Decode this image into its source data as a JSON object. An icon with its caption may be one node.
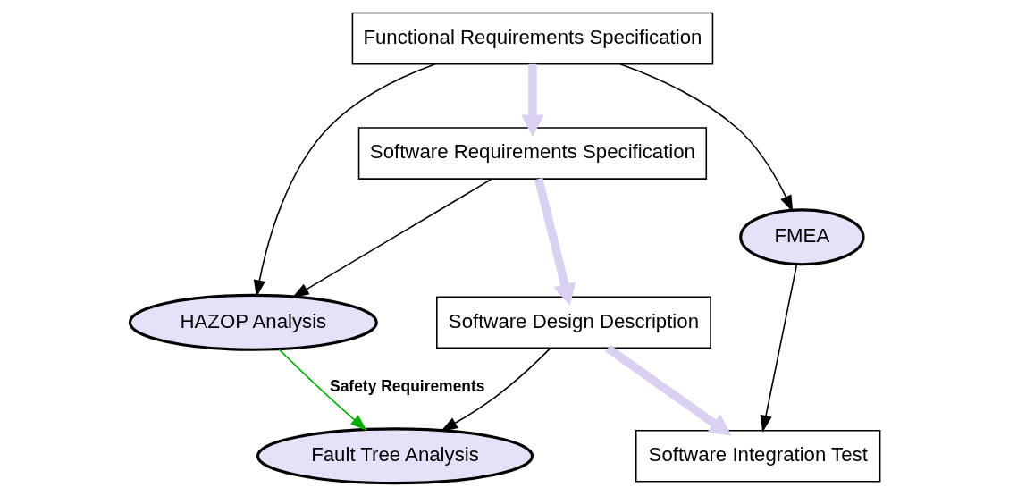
{
  "diagram": {
    "nodes": [
      {
        "text": [
          "Functional Requirements Specification"
        ]
      },
      {
        "text": [
          "Software Requirements Specification"
        ]
      },
      {
        "text": [
          "Software Design Description"
        ]
      },
      {
        "text": [
          "Software Integration Test"
        ]
      },
      {
        "text": [
          "HAZOP Analysis"
        ]
      },
      {
        "text": [
          "FMEA"
        ]
      },
      {
        "text": [
          "Fault Tree Analysis"
        ]
      }
    ],
    "edges": [
      {
        "from": 0,
        "to": 1,
        "arrow": "to",
        "style": "thick",
        "color": "#d9d0f2"
      },
      {
        "from": 1,
        "to": 2,
        "arrow": "to",
        "style": "thick",
        "color": "#d9d0f2"
      },
      {
        "from": 2,
        "to": 3,
        "arrow": "to",
        "style": "thick",
        "color": "#d9d0f2"
      },
      {
        "from": 0,
        "to": 5,
        "arrow": "to"
      },
      {
        "from": 0,
        "to": 4,
        "arrow": "to"
      },
      {
        "from": 1,
        "to": 4,
        "arrow": "to"
      },
      {
        "from": 2,
        "to": 6,
        "arrow": "to"
      },
      {
        "from": 4,
        "to": 6,
        "arrow": "to",
        "label": "Safety Requirements",
        "color": "#00b000"
      },
      {
        "from": 5,
        "to": 3,
        "arrow": "to"
      }
    ]
  }
}
